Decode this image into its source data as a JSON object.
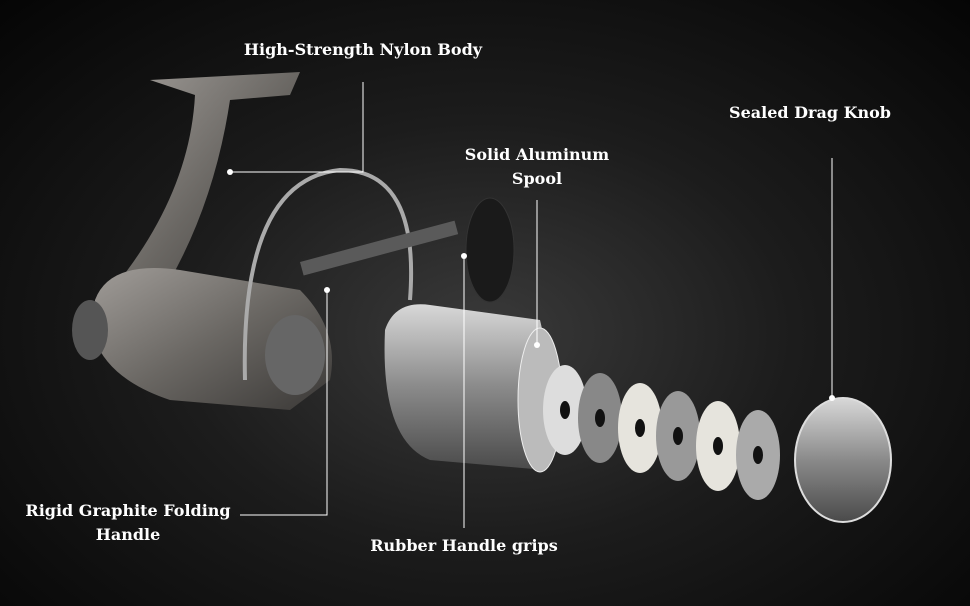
{
  "labels": {
    "body": "High-Strength Nylon Body",
    "spool_line1": "Solid Aluminum",
    "spool_line2": "Spool",
    "drag": "Sealed Drag Knob",
    "handle_line1": "Rigid Graphite Folding",
    "handle_line2": "Handle",
    "grips": "Rubber Handle grips"
  }
}
